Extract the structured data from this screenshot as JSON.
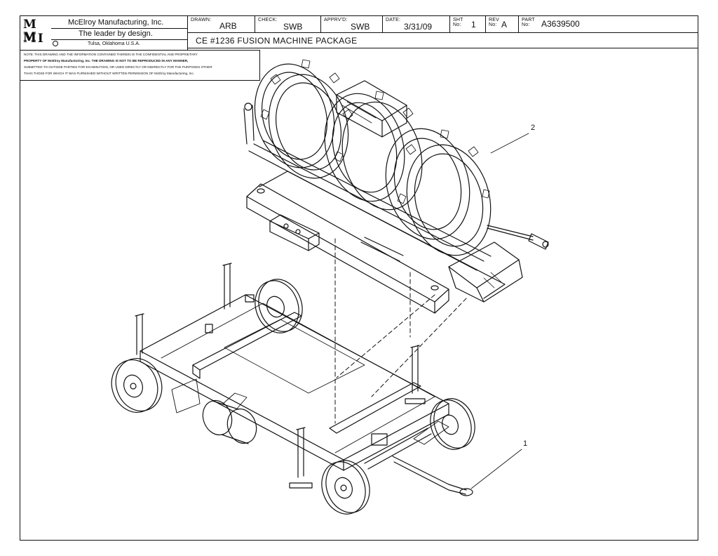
{
  "company": {
    "logo_letters_top": "M M",
    "logo_letters_bottom": "M I",
    "name": "McElroy Manufacturing, Inc.",
    "slogan": "The leader by design.",
    "location": "Tulsa, Oklahoma U.S.A."
  },
  "title_block": {
    "drawn_caption": "DRAWN:",
    "drawn_value": "ARB",
    "check_caption": "CHECK:",
    "check_value": "SWB",
    "apprvd_caption": "APPRV'D:",
    "apprvd_value": "SWB",
    "date_caption": "DATE:",
    "date_value": "3/31/09",
    "sht_caption": "SHT No:",
    "sht_value": "1",
    "rev_caption": "REV No:",
    "rev_value": "A",
    "part_caption": "PART No:",
    "part_value": "A3639500",
    "title": "CE #1236 FUSION MACHINE PACKAGE"
  },
  "notice": {
    "line1": "NOTE: THIS DRAWING AND THE INFORMATION CONTAINED THEREIN IS THE CONFIDENTIAL AND PROPRIETARY",
    "line2": "PROPERTY OF McElroy Manufacturing, Inc. THE DRAWING IS NOT TO BE REPRODUCED IN ANY MANNER,",
    "line3": "SUBMITTED TO OUTSIDE PARTIES FOR EXAMINATION, OR USED DIRECTLY OR INDIRECTLY FOR THE PURPOSES OTHER",
    "line4": "THAN THOSE FOR WHICH IT WAS FURNISHED WITHOUT WRITTEN PERMISSION OF McElroy Manufacturing, Inc."
  },
  "callouts": {
    "item_1": "1",
    "item_2": "2"
  }
}
